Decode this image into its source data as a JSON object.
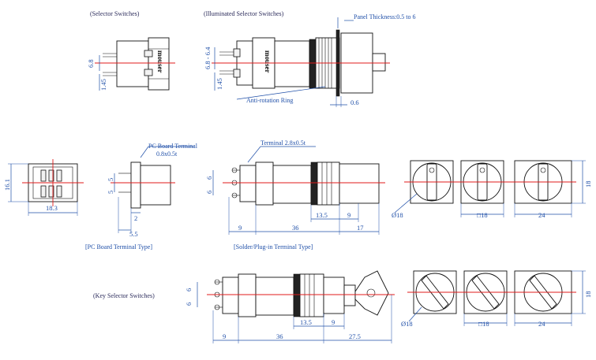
{
  "captions": {
    "selector_switches": "(Selector Switches)",
    "illuminated_selector_switches": "(Illuminated Selector Switches)",
    "panel_thickness": "Panel Thickness:0.5 to 6",
    "anti_rotation_ring": "Anti-rotation Ring",
    "pc_board_terminal": "PC Board Terminal",
    "pc_board_terminal_size": "0.8x0.5t",
    "terminal_size": "Terminal 2.8x0.5t",
    "pc_board_terminal_type": "[PC Board Terminal Type]",
    "solder_plugin_terminal_type": "[Solder/Plug-in Terminal Type]",
    "key_selector_switches": "(Key Selector Switches)"
  },
  "brand": "mouser",
  "dimensions": {
    "d_6_8a": "6.8",
    "d_1_45a": "1.45",
    "d_6_8_6_4": "6.8 - 6.4",
    "d_1_45b": "1.45",
    "d_0_6": "0.6",
    "d_16_1": "16.1",
    "d_18_3": "18.3",
    "d_5a": "5",
    "d_5b": "5",
    "d_2": "2",
    "d_5_5": "5.5",
    "d_6a": "6",
    "d_6b": "6",
    "d_13_5a": "13.5",
    "d_9a": "9",
    "d_9b": "9",
    "d_36a": "36",
    "d_17": "17",
    "phi18a": "Ø18",
    "sq18a": "□18",
    "d_24a": "24",
    "d_18a": "18",
    "d_6c": "6",
    "d_6d": "6",
    "d_13_5b": "13.5",
    "d_9c": "9",
    "d_9d": "9",
    "d_36b": "36",
    "d_27_5": "27.5",
    "phi18b": "Ø18",
    "sq18b": "□18",
    "d_24b": "24",
    "d_18b": "18"
  },
  "colors": {
    "dimension": "#1f4fa8",
    "centerline": "#e01b1b",
    "outline": "#111111"
  }
}
